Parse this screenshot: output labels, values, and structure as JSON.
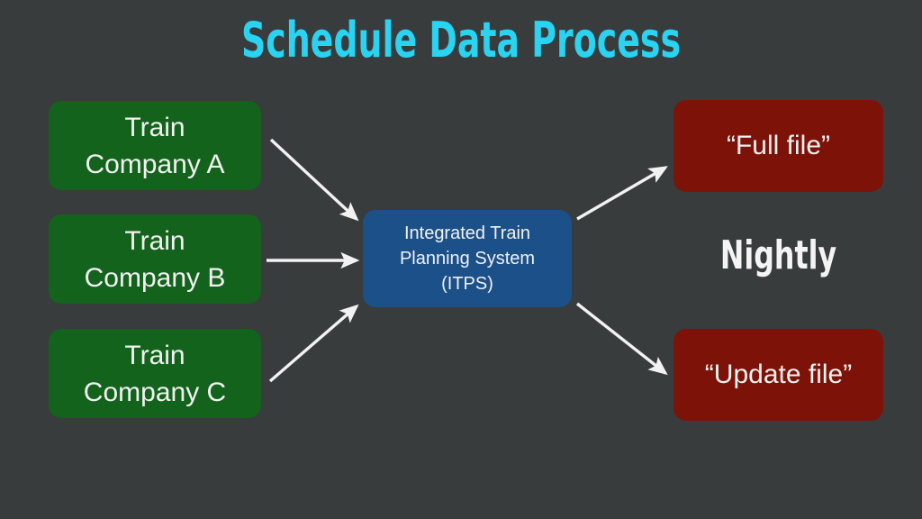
{
  "slide": {
    "title": "Schedule Data Process",
    "background_color": "#383c3d",
    "title_color": "#29d3f2"
  },
  "sources": [
    {
      "id": "company-a",
      "label": "Train\nCompany A",
      "color": "#13631c"
    },
    {
      "id": "company-b",
      "label": "Train\nCompany B",
      "color": "#13631c"
    },
    {
      "id": "company-c",
      "label": "Train\nCompany C",
      "color": "#13631c"
    }
  ],
  "system": {
    "id": "itps",
    "label": "Integrated Train\nPlanning System (ITPS)",
    "color": "#1b5089"
  },
  "outputs": [
    {
      "id": "full-file",
      "label": "“Full file”",
      "color": "#7d1308"
    },
    {
      "id": "update-file",
      "label": "“Update file”",
      "color": "#7d1308"
    }
  ],
  "annotations": {
    "frequency": "Nightly",
    "frequency_color": "#f4f4f4"
  },
  "connectors": [
    {
      "id": "company-a-to-itps",
      "from": "company-a",
      "to": "itps",
      "direction": "down-right",
      "color": "#f2f2f2"
    },
    {
      "id": "company-b-to-itps",
      "from": "company-b",
      "to": "itps",
      "direction": "right",
      "color": "#f2f2f2"
    },
    {
      "id": "company-c-to-itps",
      "from": "company-c",
      "to": "itps",
      "direction": "up-right",
      "color": "#f2f2f2"
    },
    {
      "id": "itps-to-full-file",
      "from": "itps",
      "to": "full-file",
      "direction": "up-right",
      "color": "#f2f2f2"
    },
    {
      "id": "itps-to-update-file",
      "from": "itps",
      "to": "update-file",
      "direction": "down-right",
      "color": "#f2f2f2"
    }
  ]
}
